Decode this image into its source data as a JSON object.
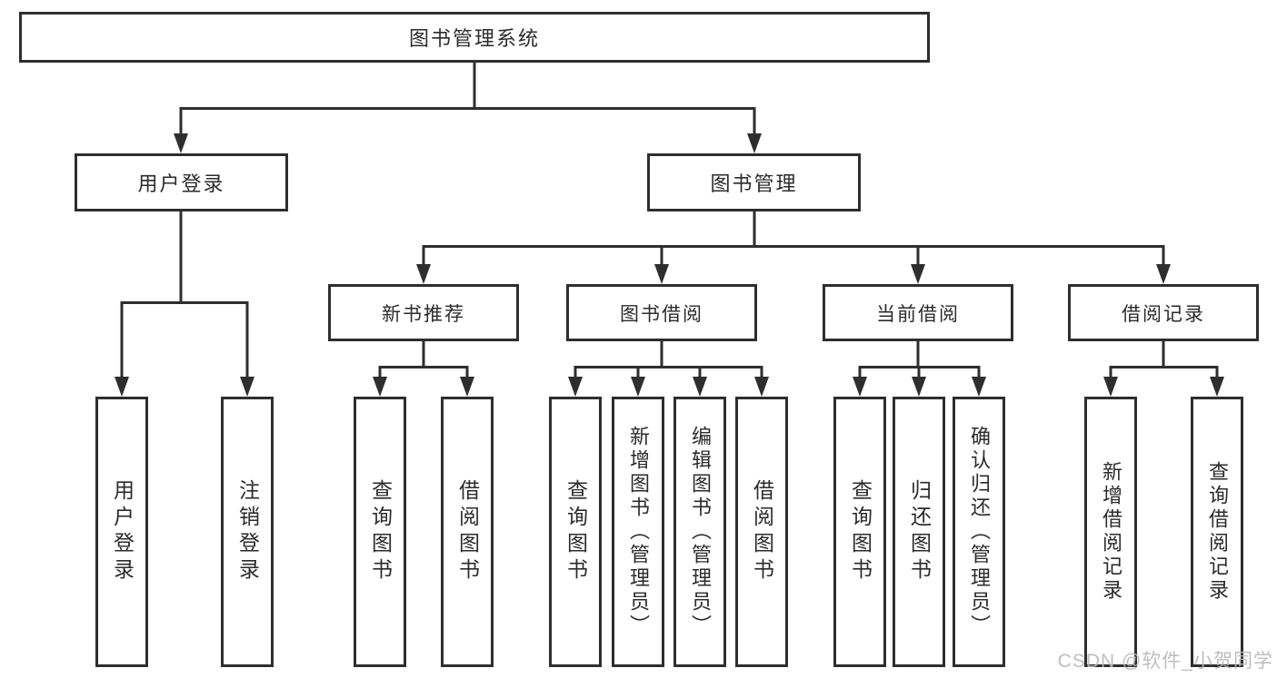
{
  "root": {
    "label": "图书管理系统"
  },
  "level2": {
    "user_login": {
      "label": "用户登录"
    },
    "book_management": {
      "label": "图书管理"
    }
  },
  "level3": {
    "new_book_recommendation": {
      "label": "新书推荐"
    },
    "book_borrowing": {
      "label": "图书借阅"
    },
    "current_borrowing": {
      "label": "当前借阅"
    },
    "borrowing_records": {
      "label": "借阅记录"
    }
  },
  "leaves": {
    "user_login": {
      "label": "用户登录"
    },
    "logout_login": {
      "label": "注销登录"
    },
    "nbr_query_books": {
      "label": "查询图书"
    },
    "nbr_borrow_books": {
      "label": "借阅图书"
    },
    "bb_query_books": {
      "label": "查询图书"
    },
    "bb_add_books_admin": {
      "label": "新增图书（管理员）"
    },
    "bb_edit_books_admin": {
      "label": "编辑图书（管理员）"
    },
    "bb_borrow_books": {
      "label": "借阅图书"
    },
    "cb_query_books": {
      "label": "查询图书"
    },
    "cb_return_books": {
      "label": "归还图书"
    },
    "cb_confirm_return_admin": {
      "label": "确认归还（管理员）"
    },
    "br_add_record": {
      "label": "新增借阅记录"
    },
    "br_query_record": {
      "label": "查询借阅记录"
    }
  },
  "watermark": {
    "text": "CSDN @软件_小贺同学"
  },
  "colors": {
    "line": "#2e2e2e",
    "text": "#2b2b2b",
    "background": "#ffffff",
    "watermark": "#b9b9b9"
  }
}
